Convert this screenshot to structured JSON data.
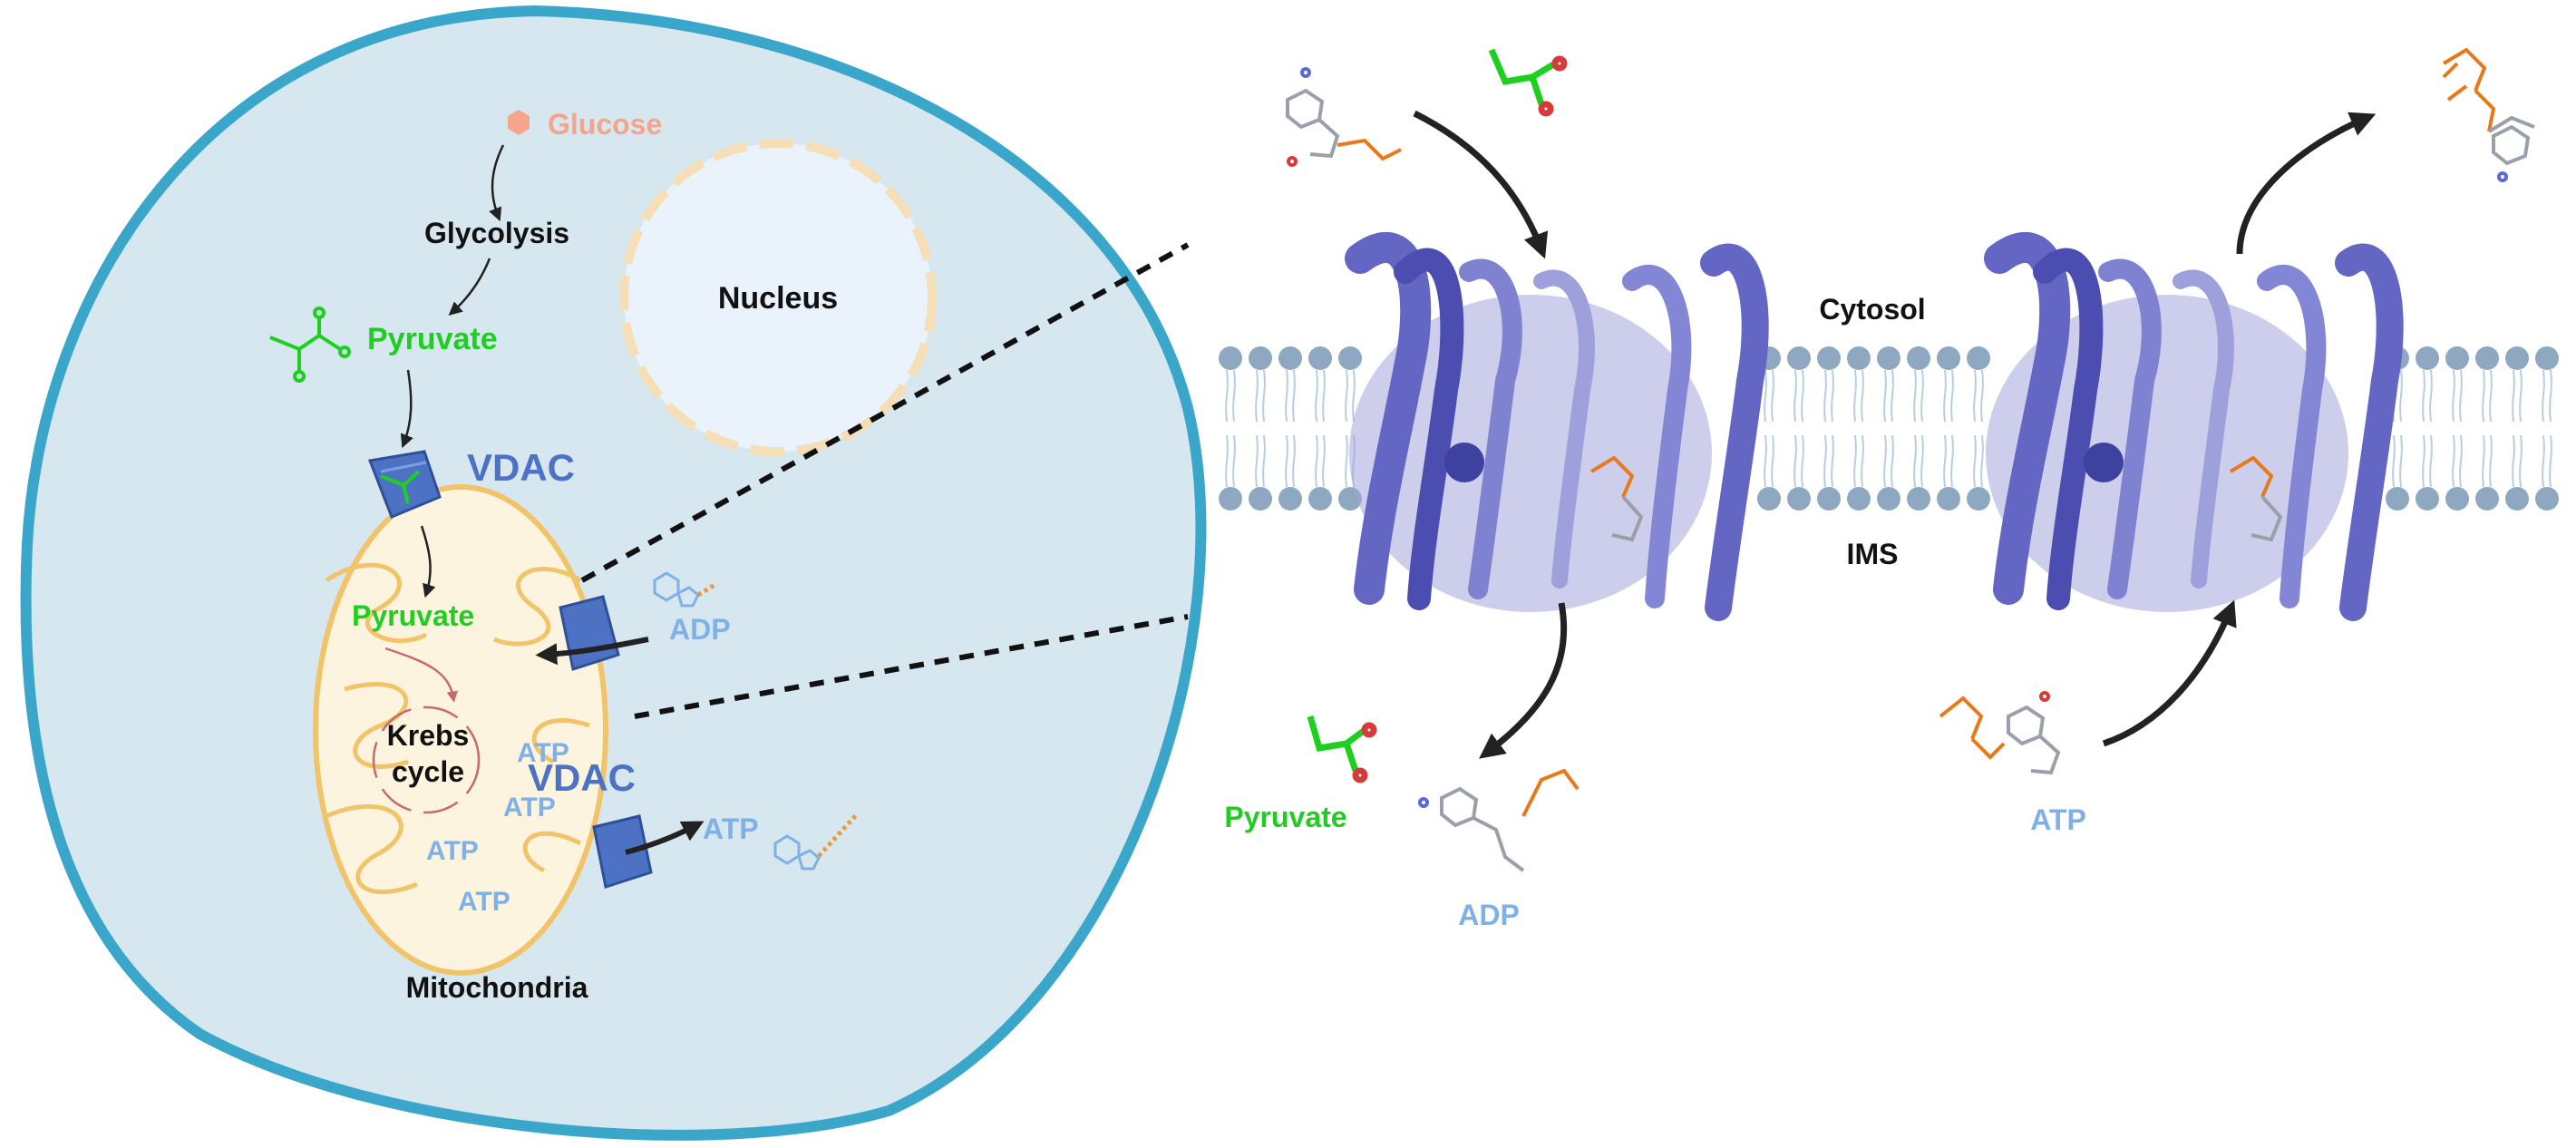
{
  "colors": {
    "cell_fill": "#d6e7ef",
    "cell_border": "#3aa6c9",
    "glucose": "#f4a58c",
    "pyruvate": "#1fcf1f",
    "vdac": "#4d72c4",
    "energy_text": "#7fb1e6",
    "mito_fill": "#fcf4df",
    "mito_border": "#f2c46a",
    "protein": "#6466c4",
    "protein_light": "#a3a6dd",
    "membrane_head": "#8fa8c1",
    "arrow": "#222222"
  },
  "cell": {
    "glucose_label": "Glucose",
    "glycolysis_label": "Glycolysis",
    "pyruvate_label": "Pyruvate",
    "nucleus_label": "Nucleus",
    "vdac_top_label": "VDAC",
    "vdac_bottom_label": "VDAC",
    "mito_pyruvate_label": "Pyruvate",
    "krebs_label_line1": "Krebs",
    "krebs_label_line2": "cycle",
    "adp_label": "ADP",
    "atp_out_label": "ATP",
    "atp_labels": [
      "ATP",
      "ATP",
      "ATP",
      "ATP"
    ],
    "mitochondria_label": "Mitochondria"
  },
  "membrane": {
    "cytosol_label": "Cytosol",
    "ims_label": "IMS",
    "pyruvate_label": "Pyruvate",
    "adp_label": "ADP",
    "atp_label": "ATP"
  }
}
